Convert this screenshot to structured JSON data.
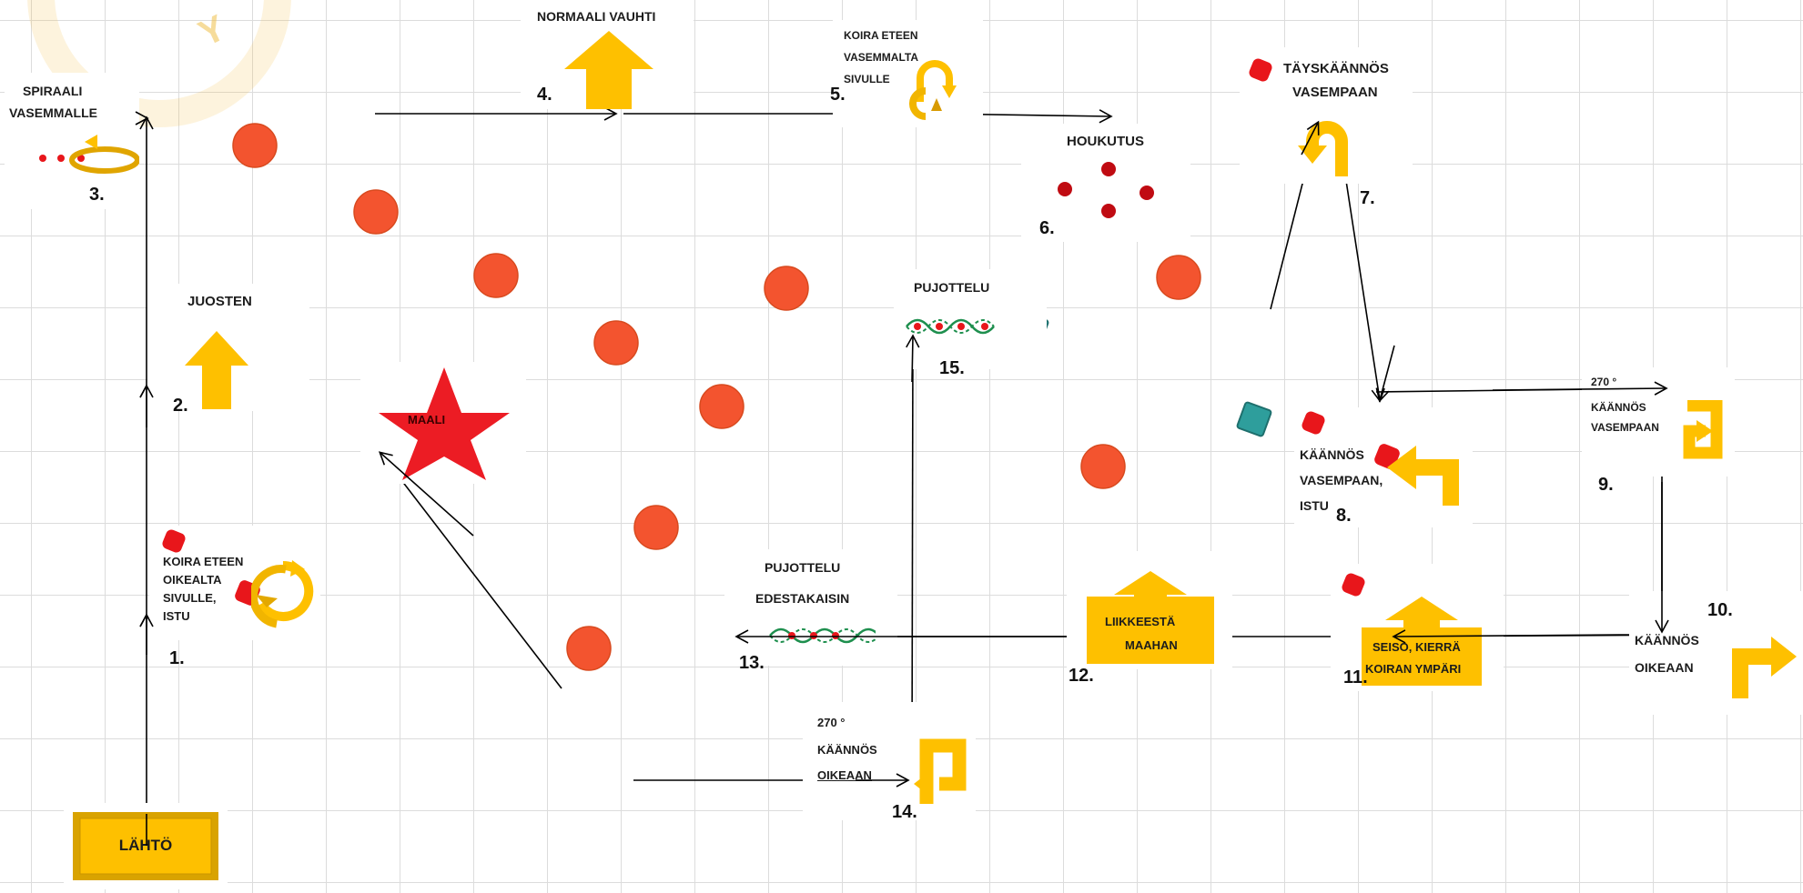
{
  "watermark": {
    "fragment": "Y",
    "color": "#f3c14f"
  },
  "colors": {
    "arrow_yellow": "#fec000",
    "cone_orange": "#f3542f",
    "stop_red": "#e8161b",
    "teal": "#2e9e9c",
    "star_red": "#ec1c24"
  },
  "signs": [
    {
      "id": "start",
      "text": "LÄHTÖ"
    },
    {
      "id": "s1",
      "num": "1.",
      "lines": [
        "KOIRA ETEEN",
        "OIKEALTA",
        "SIVULLE,",
        "ISTU"
      ],
      "icon": "dog-front-from-right-icon"
    },
    {
      "id": "s2",
      "num": "2.",
      "lines": [
        "JUOSTEN"
      ],
      "icon": "run-arrow-icon"
    },
    {
      "id": "s3",
      "num": "3.",
      "lines": [
        "SPIRAALI",
        "VASEMMALLE"
      ],
      "icon": "spiral-left-icon"
    },
    {
      "id": "s4",
      "num": "4.",
      "lines": [
        "NORMAALI VAUHTI"
      ],
      "icon": "normal-pace-arrow-icon"
    },
    {
      "id": "s5",
      "num": "5.",
      "lines": [
        "KOIRA ETEEN",
        "VASEMMALTA",
        "SIVULLE"
      ],
      "icon": "dog-front-from-left-icon"
    },
    {
      "id": "s6",
      "num": "6.",
      "lines": [
        "HOUKUTUS"
      ],
      "icon": "distraction-dots-icon"
    },
    {
      "id": "s7",
      "num": "7.",
      "lines": [
        "TÄYSKÄÄNNÖS",
        "VASEMPAAN"
      ],
      "icon": "u-turn-left-icon"
    },
    {
      "id": "s8",
      "num": "8.",
      "lines": [
        "KÄÄNNÖS",
        "VASEMPAAN,",
        "ISTU"
      ],
      "icon": "turn-left-arrow-icon"
    },
    {
      "id": "s9",
      "num": "9.",
      "lines": [
        "270 °",
        "KÄÄNNÖS",
        "VASEMPAAN"
      ],
      "icon": "turn-270-left-icon"
    },
    {
      "id": "s10",
      "num": "10.",
      "lines": [
        "KÄÄNNÖS",
        "OIKEAAN"
      ],
      "icon": "turn-right-arrow-icon"
    },
    {
      "id": "s11",
      "num": "11.",
      "lines": [
        "SEISO, KIERRÄ",
        "KOIRAN YMPÄRI"
      ],
      "icon": "stand-circle-dog-icon"
    },
    {
      "id": "s12",
      "num": "12.",
      "lines": [
        "LIIKKEESTÄ",
        "MAAHAN"
      ],
      "icon": "down-in-motion-icon"
    },
    {
      "id": "s13",
      "num": "13.",
      "lines": [
        "PUJOTTELU",
        "EDESTAKAISIN"
      ],
      "icon": "weave-back-and-forth-icon"
    },
    {
      "id": "s14",
      "num": "14.",
      "lines": [
        "270 °",
        "KÄÄNNÖS",
        "OIKEAAN"
      ],
      "icon": "turn-270-right-icon"
    },
    {
      "id": "s15",
      "num": "15.",
      "lines": [
        "PUJOTTELU"
      ],
      "icon": "weave-icon"
    },
    {
      "id": "finish",
      "text": "MAALI",
      "icon": "red-star-icon"
    }
  ]
}
